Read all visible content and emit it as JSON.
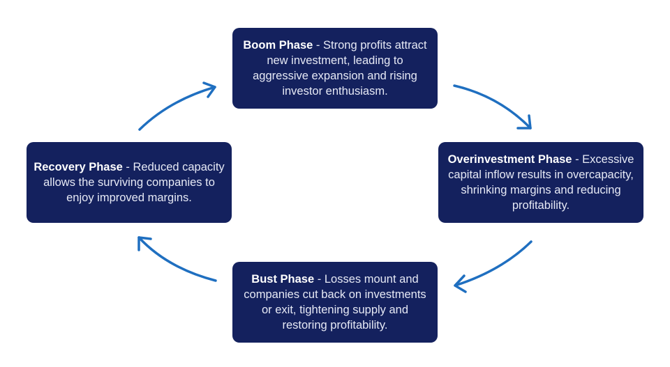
{
  "phases": {
    "boom": {
      "title": "Boom Phase",
      "separator": " - ",
      "description": "Strong profits attract new investment, leading to aggressive expansion and rising investor enthusiasm."
    },
    "overinvestment": {
      "title": "Overinvestment Phase",
      "separator": " - ",
      "description": "Excessive capital inflow results in overcapacity, shrinking margins and reducing profitability."
    },
    "bust": {
      "title": "Bust Phase",
      "separator": " - ",
      "description": "Losses mount and companies cut back on investments or exit, tightening supply and restoring profitability."
    },
    "recovery": {
      "title": "Recovery Phase",
      "separator": " - ",
      "description": "Reduced capacity allows the surviving companies to enjoy improved margins."
    }
  },
  "colors": {
    "box_fill": "#14215e",
    "box_text": "#ffffff",
    "arrow": "#1f6fc0",
    "background": "#ffffff"
  },
  "icons": {
    "cycle_arrow": "curved-arrow-icon"
  }
}
